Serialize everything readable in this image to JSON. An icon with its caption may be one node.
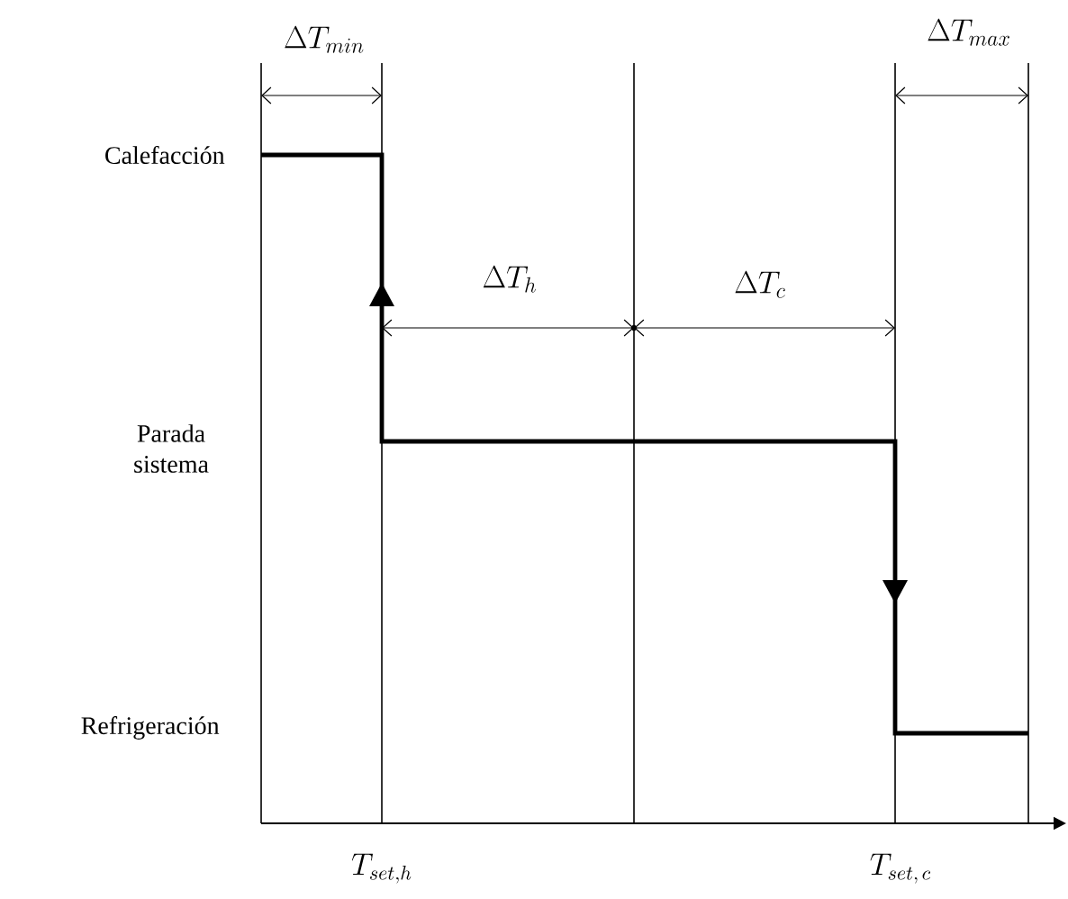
{
  "diagram": {
    "labels": [
      "\\Delta T_{min}",
      "\\Delta T_{max}",
      "Calefacción",
      "\\Delta T_{h}",
      "\\Delta T_{c}",
      "Parada sistema",
      "Refrigeración",
      "T_{set,h}",
      "T_{set,\\,c}"
    ]
  }
}
